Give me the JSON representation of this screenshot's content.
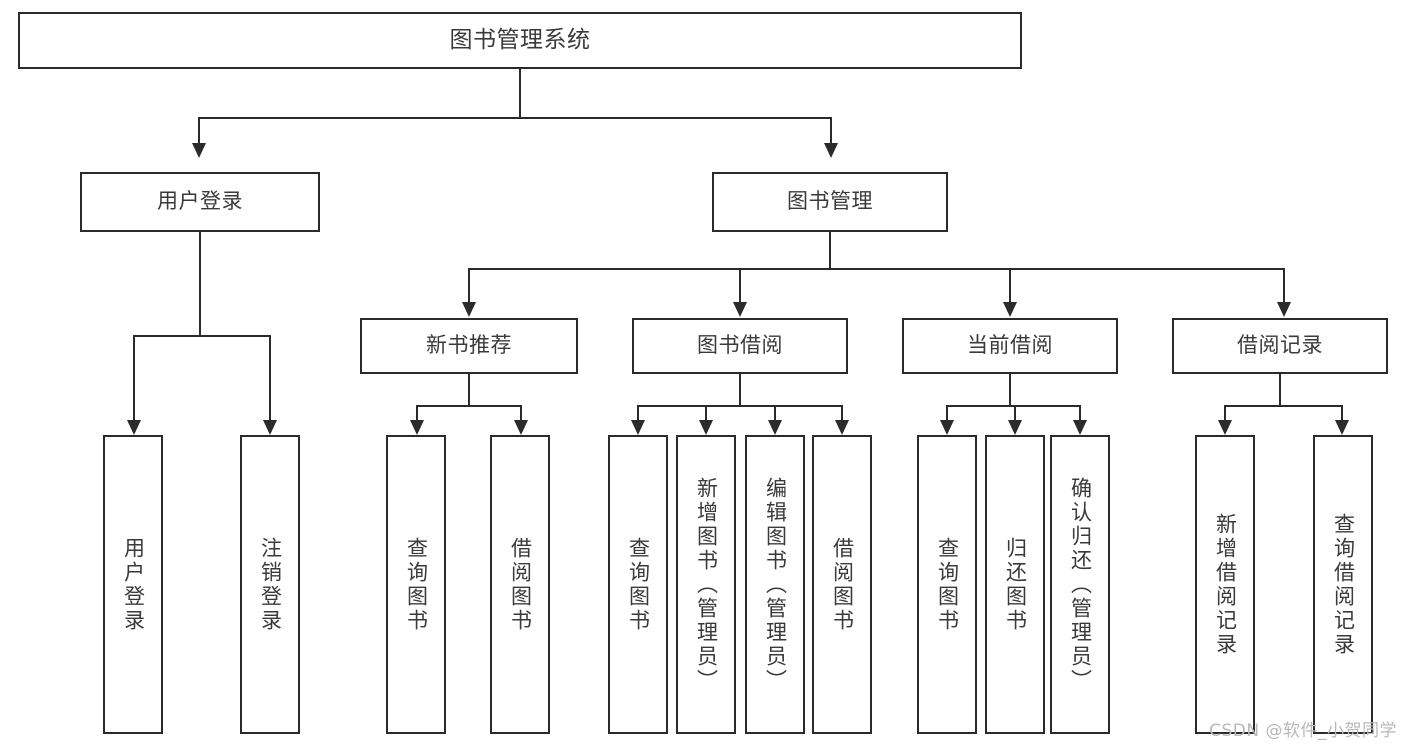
{
  "diagram": {
    "title": "图书管理系统",
    "watermark": "CSDN @软件_小贺同学",
    "colors": {
      "background": "#ffffff",
      "stroke": "#2b2b2b",
      "text": "#3a3a3a",
      "watermark": "#b9b9b9"
    },
    "root": {
      "label": "图书管理系统"
    },
    "level1": [
      {
        "label": "用户登录"
      },
      {
        "label": "图书管理"
      }
    ],
    "level2": [
      {
        "label": "新书推荐"
      },
      {
        "label": "图书借阅"
      },
      {
        "label": "当前借阅"
      },
      {
        "label": "借阅记录"
      }
    ],
    "leaves": {
      "user_login": [
        {
          "label": "用户登录"
        },
        {
          "label": "注销登录"
        }
      ],
      "new_book_recommend": [
        {
          "label": "查询图书"
        },
        {
          "label": "借阅图书"
        }
      ],
      "book_borrow": [
        {
          "label": "查询图书"
        },
        {
          "label": "新增图书（管理员）"
        },
        {
          "label": "编辑图书（管理员）"
        },
        {
          "label": "借阅图书"
        }
      ],
      "current_borrow": [
        {
          "label": "查询图书"
        },
        {
          "label": "归还图书"
        },
        {
          "label": "确认归还（管理员）"
        }
      ],
      "borrow_record": [
        {
          "label": "新增借阅记录"
        },
        {
          "label": "查询借阅记录"
        }
      ]
    }
  }
}
